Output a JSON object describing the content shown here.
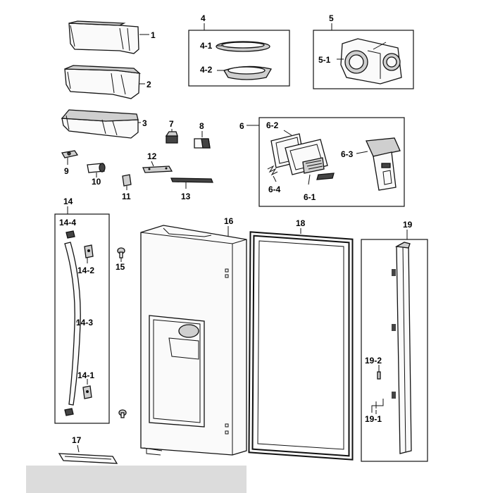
{
  "labels": {
    "l1": "1",
    "l2": "2",
    "l3": "3",
    "l4": "4",
    "l4_1": "4-1",
    "l4_2": "4-2",
    "l5": "5",
    "l5_1": "5-1",
    "l6": "6",
    "l6_1": "6-1",
    "l6_2": "6-2",
    "l6_3": "6-3",
    "l6_4": "6-4",
    "l7": "7",
    "l8": "8",
    "l9": "9",
    "l10": "10",
    "l11": "11",
    "l12": "12",
    "l13": "13",
    "l14": "14",
    "l14_1": "14-1",
    "l14_2": "14-2",
    "l14_3": "14-3",
    "l14_4": "14-4",
    "l15": "15",
    "l16": "16",
    "l17": "17",
    "l18": "18",
    "l19": "19",
    "l19_1": "19-1",
    "l19_2": "19-2"
  },
  "colors": {
    "line": "#111111",
    "fill": "#fafafa",
    "shade": "#cfcfcf",
    "footer": "#dcdcdc"
  }
}
